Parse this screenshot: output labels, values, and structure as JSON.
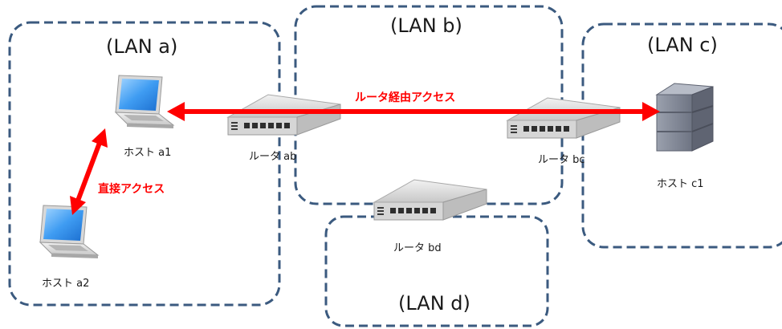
{
  "lans": {
    "a": {
      "label": "(LAN a)"
    },
    "b": {
      "label": "(LAN b)"
    },
    "c": {
      "label": "(LAN c)"
    },
    "d": {
      "label": "(LAN d)"
    }
  },
  "nodes": {
    "host_a1": {
      "label": "ホスト a1",
      "icon": "laptop-icon"
    },
    "host_a2": {
      "label": "ホスト a2",
      "icon": "laptop-icon"
    },
    "router_ab": {
      "label": "ルータ ab",
      "icon": "router-icon"
    },
    "router_bc": {
      "label": "ルータ bc",
      "icon": "router-icon"
    },
    "router_bd": {
      "label": "ルータ bd",
      "icon": "router-icon"
    },
    "host_c1": {
      "label": "ホスト c1",
      "icon": "server-icon"
    }
  },
  "connections": {
    "router_access": {
      "label": "ルータ経由アクセス"
    },
    "direct_access": {
      "label": "直接アクセス"
    }
  },
  "colors": {
    "lan_border": "#3b5a7f",
    "arrow": "#ff0000"
  }
}
